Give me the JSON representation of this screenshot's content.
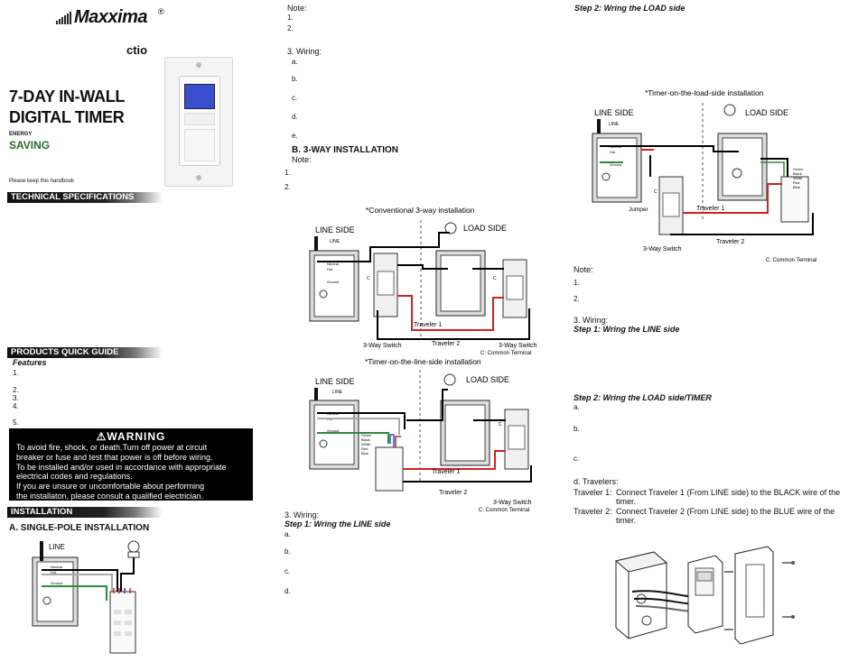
{
  "brand": {
    "name": "Maxxima",
    "registered": "®",
    "model": "ctio"
  },
  "cover": {
    "title_line1": "7-DAY IN-WALL",
    "title_line2": "DIGITAL TIMER",
    "energy_top": "ENERGY",
    "energy_bottom": "SAVING",
    "keep_note": "Please keep this handbook"
  },
  "sections": {
    "tech_specs": "TECHNICAL SPECIFICATIONS",
    "quick_guide": "PRODUCTS QUICK GUIDE",
    "installation": "INSTALLATION"
  },
  "features": {
    "heading": "Features",
    "items": [
      "1.",
      "2.",
      "3.",
      "4.",
      "5."
    ]
  },
  "warning": {
    "heading": "WARNING",
    "lines": [
      "To avoid fire, shock, or death.Turn off power at circuit",
      " breaker or fuse and test that power is off before wiring.",
      "To be installed and/or used in accordance with appropriate",
      "electrical codes and regulations.",
      "If you are unsure or uncomfortable about performing",
      "the installaton, please consult a qualified electrician."
    ]
  },
  "single_pole": {
    "heading": "A. SINGLE-POLE INSTALLATION",
    "line_label": "LINE",
    "neutral": "Neutral",
    "hot": "Hot",
    "ground": "Ground"
  },
  "col2": {
    "note_label": "Note:",
    "note_items": [
      "1.",
      "2."
    ],
    "wiring_label": "3. Wiring:",
    "wiring_items": [
      "a.",
      "b.",
      "c.",
      "d.",
      "e."
    ],
    "threeway_heading": "B. 3-WAY INSTALLATION",
    "note2_label": "Note:",
    "note2_items": [
      "1.",
      "2."
    ],
    "wiring2_label": "3. Wiring:",
    "step1": "Step 1: Wring the LINE side",
    "step1_items": [
      "a.",
      "b.",
      "c.",
      "d."
    ]
  },
  "diagram_conventional": {
    "caption": "*Conventional 3-way installation",
    "line_side": "LINE SIDE",
    "load_side": "LOAD SIDE",
    "line": "LINE",
    "neutral": "Neutral",
    "hot": "Hot",
    "ground": "Ground",
    "traveler1": "Traveler 1",
    "traveler2": "Traveler 2",
    "switch_left": "3-Way Switch",
    "switch_right": "3-Way Switch",
    "common": "C: Common Terminal",
    "c": "C"
  },
  "diagram_line_side": {
    "caption": "*Timer-on-the-line-side installation",
    "line_side": "LINE SIDE",
    "load_side": "LOAD SIDE",
    "line": "LINE",
    "neutral": "Neutral",
    "hot": "Hot",
    "ground": "Ground",
    "green": "Green",
    "black": "Black",
    "white": "White",
    "red": "Red",
    "blue": "Blue",
    "traveler1": "Traveler 1",
    "traveler2": "Traveler 2",
    "switch": "3-Way Switch",
    "common": "C: Common Terminal",
    "c": "C"
  },
  "diagram_load_side": {
    "caption": "*Timer-on-the-load-side installation",
    "line_side": "LINE SIDE",
    "load_side": "LOAD SIDE",
    "line": "LINE",
    "neutral": "Neutral",
    "hot": "Hot",
    "ground": "Ground",
    "green": "Green",
    "black": "Black",
    "white": "White",
    "red": "Red",
    "blue": "Blue",
    "jumper": "Jumper",
    "traveler1": "Traveler 1",
    "traveler2": "Traveler 2",
    "switch": "3-Way Switch",
    "common": "C: Common Terminal",
    "c": "C"
  },
  "col3": {
    "step2_top": "Step 2: Wring the LOAD side",
    "note_label": "Note:",
    "note_items": [
      "1.",
      "2."
    ],
    "wiring_label": "3. Wiring:",
    "step1": "Step 1: Wring the LINE side",
    "step2": "Step 2: Wring the LOAD side/TIMER",
    "step2_items": [
      "a.",
      "b.",
      "c."
    ],
    "travelers_label": "d. Travelers:",
    "traveler1_key": "Traveler 1:",
    "traveler1_text_a": "Connect Traveler 1 (From LINE side) to the BLACK wire of the",
    "traveler1_text_b": "timer.",
    "traveler2_key": "Traveler 2:",
    "traveler2_text_a": "Connect Traveler 2 (From LINE side) to the BLUE wire of the",
    "traveler2_text_b": "timer."
  },
  "colors": {
    "hot_wire": "#000000",
    "neutral_wire": "#ffffff",
    "ground_wire": "#2e8b3e",
    "red_wire": "#d42020",
    "blue_wire": "#2d56c8",
    "lcd": "#3a4fd0",
    "bar_dark": "#111111"
  }
}
